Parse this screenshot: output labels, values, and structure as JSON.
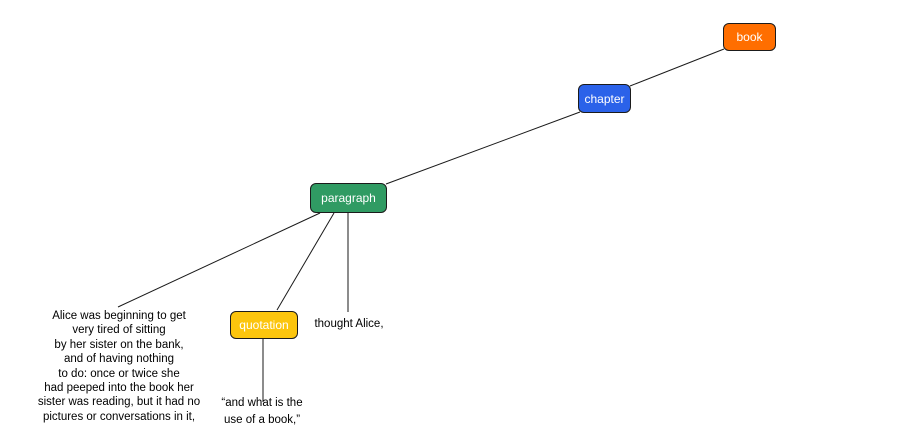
{
  "canvas": {
    "background": "#ffffff",
    "edge_color": "#1a1a1a"
  },
  "tree": {
    "nodes": [
      {
        "id": "book",
        "label": "book",
        "color": "#ff6e00"
      },
      {
        "id": "chapter",
        "label": "chapter",
        "color": "#2b62e9"
      },
      {
        "id": "paragraph",
        "label": "paragraph",
        "color": "#309b63"
      },
      {
        "id": "quotation",
        "label": "quotation",
        "color": "#fcc50d"
      }
    ],
    "leaves": {
      "paragraph_text": {
        "lines": [
          "Alice was beginning to get",
          "very tired of sitting",
          "by her sister on the bank,",
          "and of having nothing",
          "to do: once or twice she",
          "had peeped into the book her",
          "sister was reading, but it had no",
          "pictures or conversations in it,"
        ]
      },
      "thought_text": {
        "lines": [
          "thought Alice,"
        ]
      },
      "quote_text": {
        "lines": [
          "“and what is the",
          "use of a book,”"
        ]
      }
    }
  }
}
